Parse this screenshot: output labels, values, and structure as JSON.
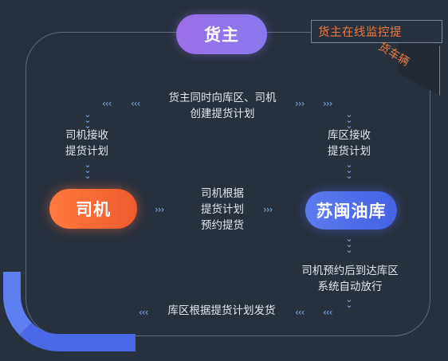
{
  "nodes": {
    "shipper": "货主",
    "driver": "司机",
    "depot": "苏闽油库"
  },
  "tag": {
    "line1": "货主在线监控提",
    "line2": "货车辆"
  },
  "steps": {
    "create_plan_l1": "货主同时向库区、司机",
    "create_plan_l2": "创建提货计划",
    "driver_receive_l1": "司机接收",
    "driver_receive_l2": "提货计划",
    "depot_receive_l1": "库区接收",
    "depot_receive_l2": "提货计划",
    "driver_book_l1": "司机根据",
    "driver_book_l2": "提货计划",
    "driver_book_l3": "预约提货",
    "arrive_l1": "司机预约后到达库区",
    "arrive_l2": "系统自动放行",
    "ship_l1": "库区根据提货计划发货"
  },
  "icons": {
    "chevron_left": "‹‹‹",
    "chevron_right": "›››",
    "chevron_down": "⌄"
  },
  "colors": {
    "background": "#27303d",
    "shipper": "#9b6fe8",
    "driver": "#ef5a2e",
    "depot": "#4a6be6",
    "tag": "#f27a3f",
    "chevron": "#7fb0f0"
  }
}
